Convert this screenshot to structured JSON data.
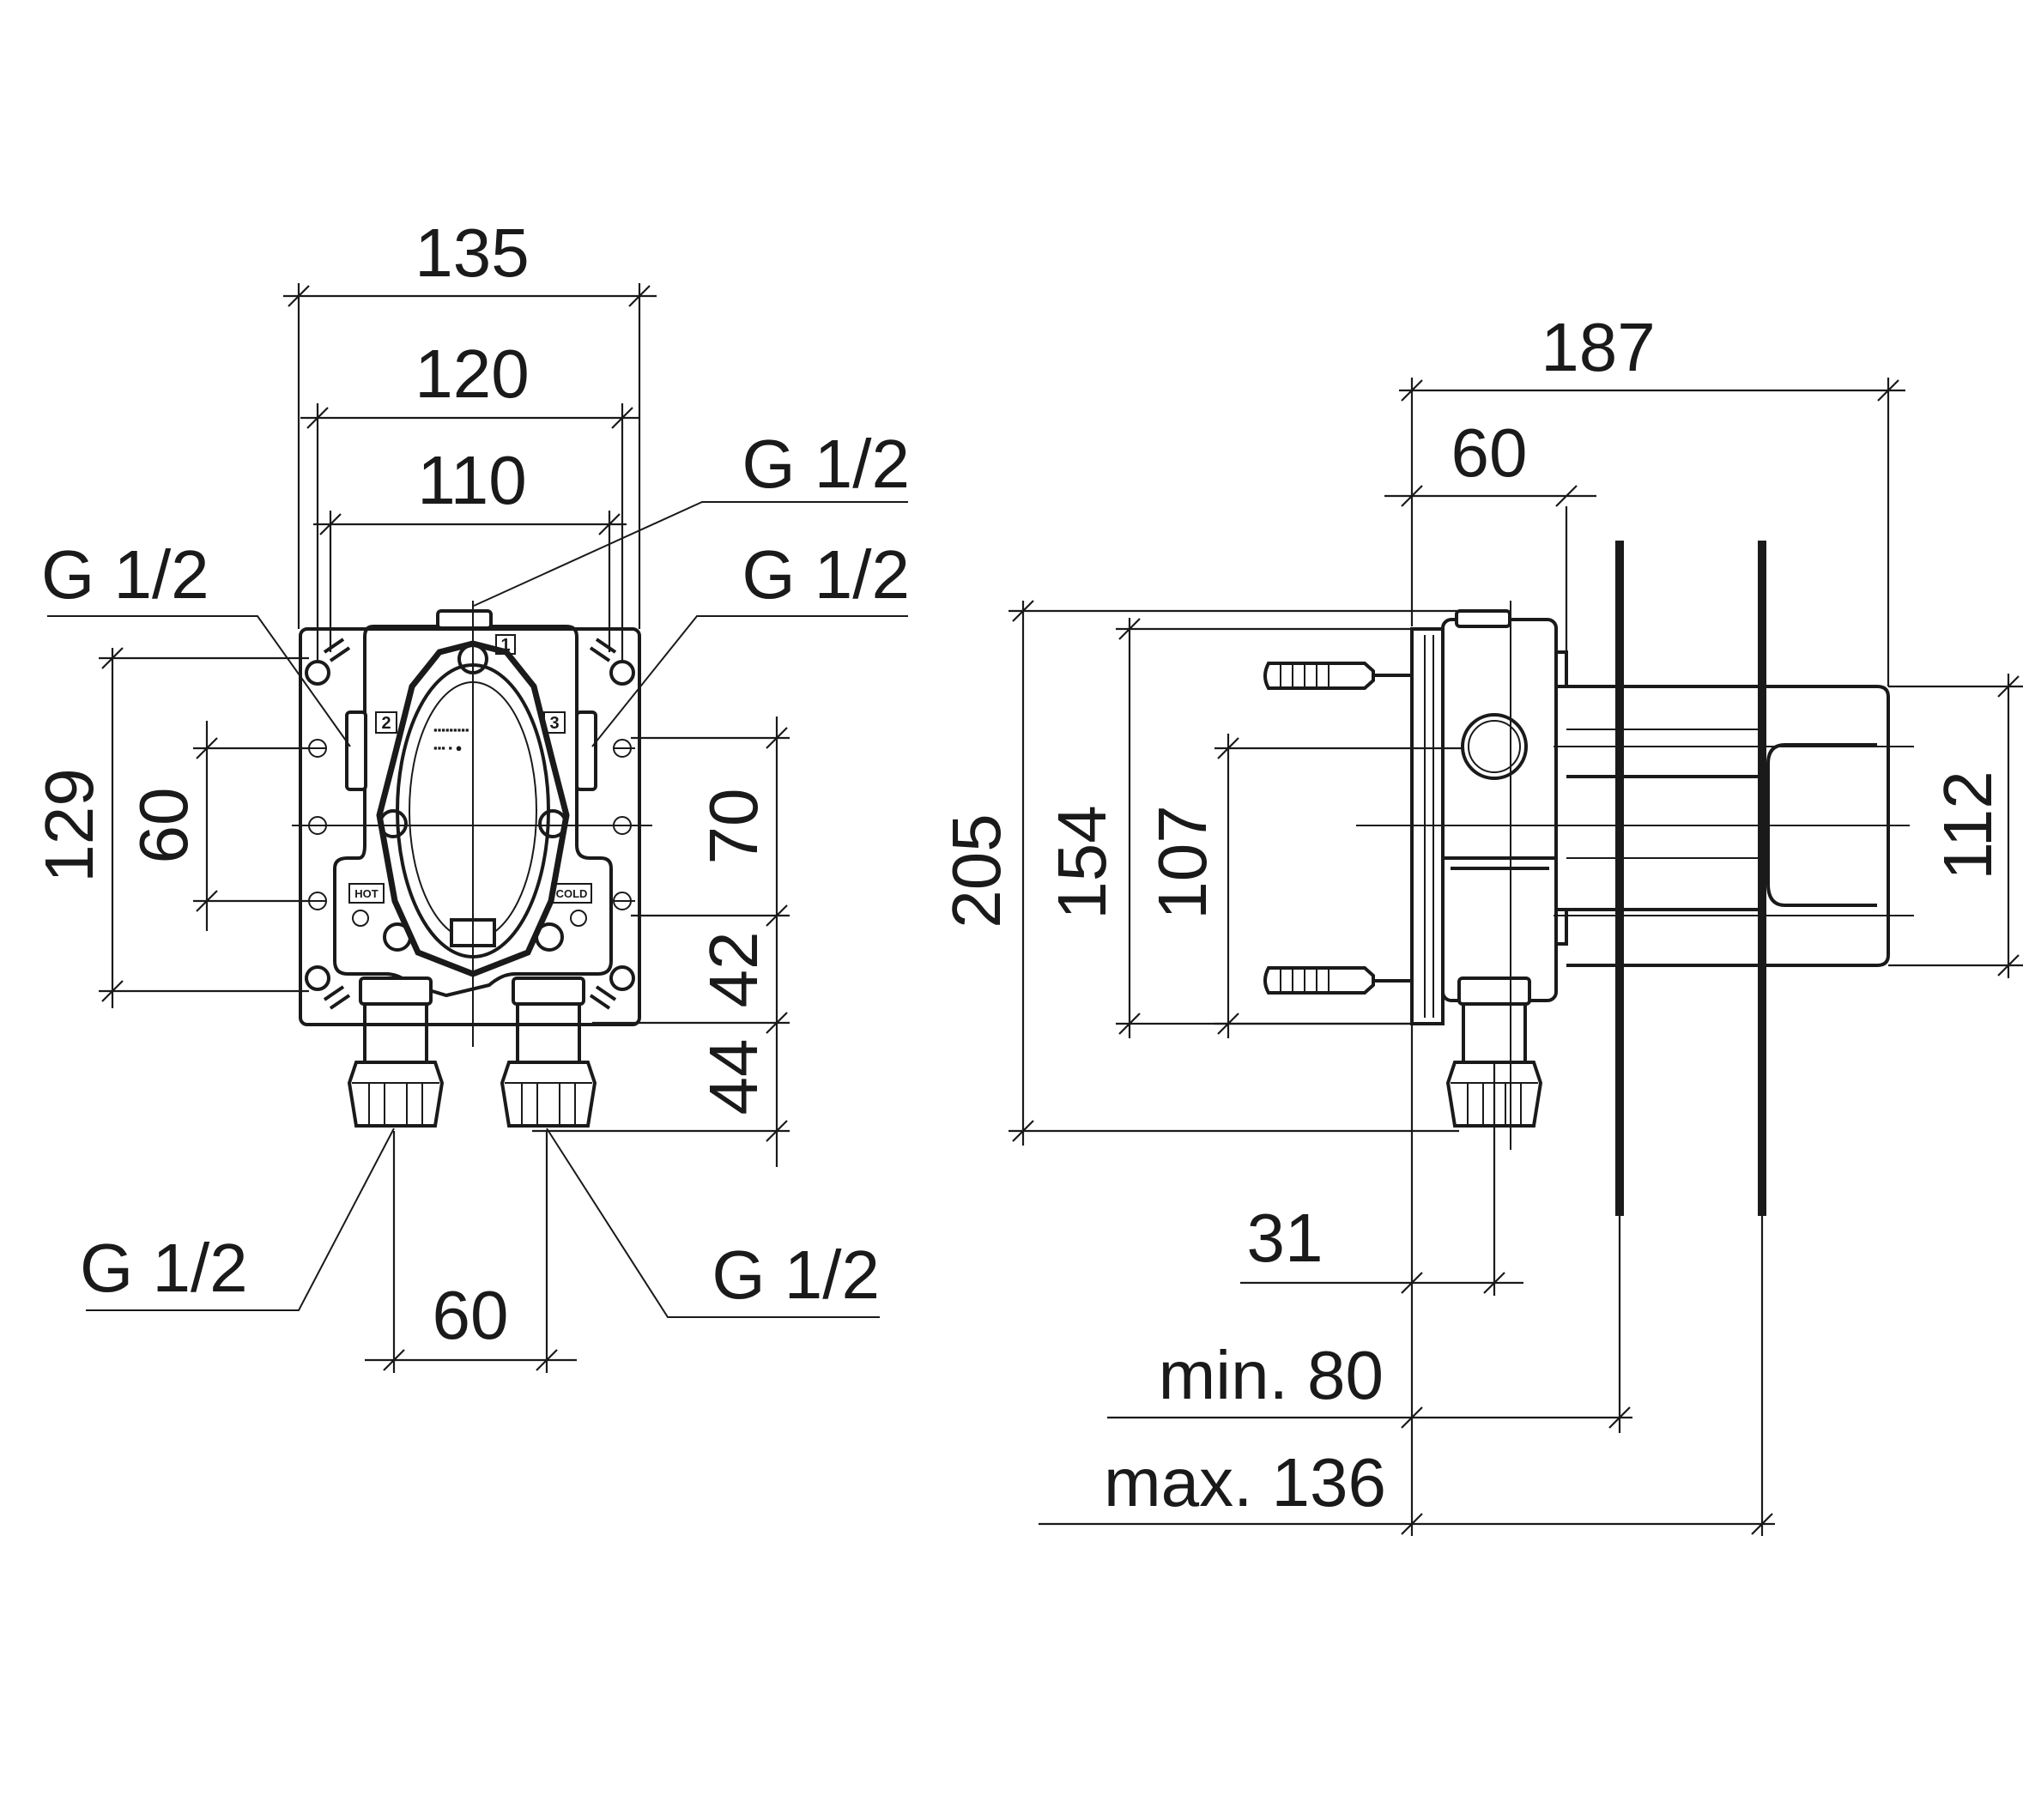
{
  "front_view": {
    "dim_width_outer": "135",
    "dim_width_mid": "120",
    "dim_width_inner": "110",
    "dim_height_total": "129",
    "dim_height_mid": "60",
    "dim_right_upper": "70",
    "dim_right_mid": "42",
    "dim_right_lower": "44",
    "dim_outlet_spacing": "60",
    "thread_top": "G 1/2",
    "thread_left": "G 1/2",
    "thread_right": "G 1/2",
    "thread_bottom_left": "G 1/2",
    "thread_bottom_right": "G 1/2",
    "port_label_1": "1",
    "port_label_2": "2",
    "port_label_3": "3",
    "label_hot": "HOT",
    "label_cold": "COLD"
  },
  "side_view": {
    "dim_depth_total": "187",
    "dim_depth_body": "60",
    "dim_height_total": "205",
    "dim_height_body": "154",
    "dim_height_holes": "107",
    "dim_trim_height": "112",
    "dim_offset": "31",
    "dim_wall_min": "min. 80",
    "dim_wall_max": "max. 136"
  }
}
